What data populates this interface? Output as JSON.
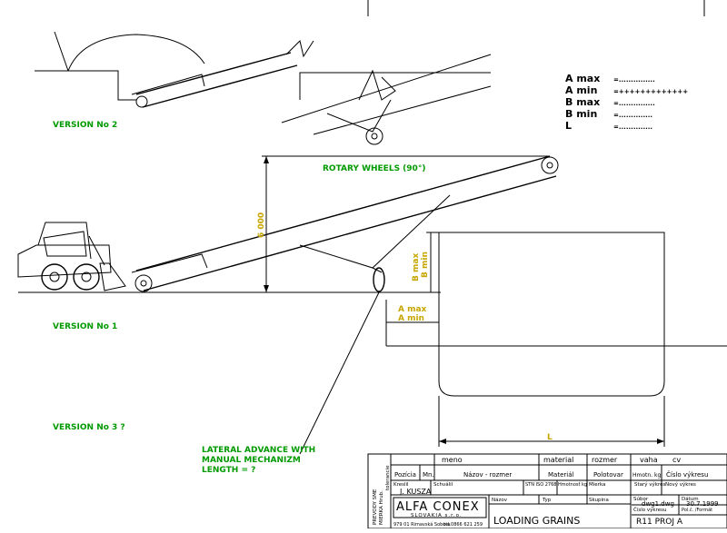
{
  "labels": {
    "version2": "VERSION  No  2",
    "version1": "VERSION  No  1",
    "version3": "VERSION  No  3 ?",
    "rotary": "ROTARY WHEELS  (90°)",
    "lateral_1": "LATERAL ADVANCE WITH",
    "lateral_2": "MANUAL MECHANIZM",
    "lateral_3": "LENGTH  =  ?",
    "height_dim": "6 000",
    "b_max": "B max",
    "b_min": "B min",
    "a_max": "A max",
    "a_min": "A min",
    "l": "L"
  },
  "legend": [
    {
      "key": "A  max",
      "dots": "=..............."
    },
    {
      "key": "A  min",
      "dots": "=+++++++++++++"
    },
    {
      "key": "B   max",
      "dots": "=..............."
    },
    {
      "key": "B   min",
      "dots": "=.............."
    },
    {
      "key": "L",
      "dots": "=.............."
    }
  ],
  "titleblock": {
    "hdr_meno": "meno",
    "hdr_material": "material",
    "hdr_rozmer": "rozmer",
    "hdr_vaha": "vaha",
    "hdr_cv": "cv",
    "col_pozicia": "Pozícia",
    "col_mn": "Mn.",
    "col_nazov_rozmer": "Názov - rozmer",
    "col_material": "Materiál",
    "col_polotovar": "Polotovar",
    "col_hmotn": "Hmotn. kg",
    "col_cislo_vykresu": "Číslo výkresu",
    "kreslil": "Kreslil",
    "schvalil": "Schválil",
    "author": "J. KUSZA",
    "stn": "STN ISO 2768",
    "hmotnost": "Hmotnosť kg",
    "mierka": "Mierka",
    "stary_vykres": "Starý výkres",
    "novy_vykres": "Nový výkres",
    "company_1": "ALFA CONEX",
    "company_2": "SLOVAKIA  s.r.o.",
    "address": "979 01 Rimavská Sobota",
    "phone": "tel.0866 621 259",
    "nazov": "Názov",
    "typ": "Typ",
    "skupina": "Skupina",
    "subor": "Súbor",
    "filename": "dwg1.dwg",
    "datum": "Dátum",
    "date": "30.7.1999",
    "pol_format": "Pol.č. /Formát",
    "title": "LOADING GRAINS",
    "cislo_vykresu": "Číslo výkresu",
    "drawing_no": "R11 PROJ A",
    "side_1": "PREVODY SME",
    "side_2": "MIERKA Hrub.",
    "side_3": "tolerancie"
  }
}
